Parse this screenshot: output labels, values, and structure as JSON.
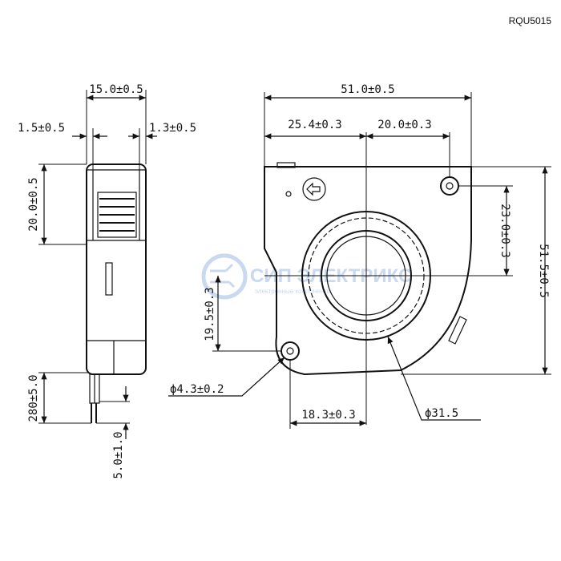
{
  "model": "RQU5015",
  "watermark": {
    "brand": "СИП ЭЛЕКТРИКС",
    "tagline": "электронные компоненты"
  },
  "side_view": {
    "width": "15.0±0.5",
    "left_offset": "1.5±0.5",
    "right_offset": "1.3±0.5",
    "outlet_height": "20.0±0.5",
    "lead_length": "280±5.0",
    "lead_strip": "5.0±1.0"
  },
  "front_view": {
    "overall_width": "51.0±0.5",
    "left_to_center": "25.4±0.3",
    "center_to_hole": "20.0±0.3",
    "hole_to_center_v": "23.0±0.3",
    "overall_height": "51.5±0.5",
    "center_to_lower_hole": "19.5±0.3",
    "lower_hole_to_center_h": "18.3±0.3",
    "hole_diameter": "ϕ4.3±0.2",
    "impeller_diameter": "ϕ31.5"
  }
}
